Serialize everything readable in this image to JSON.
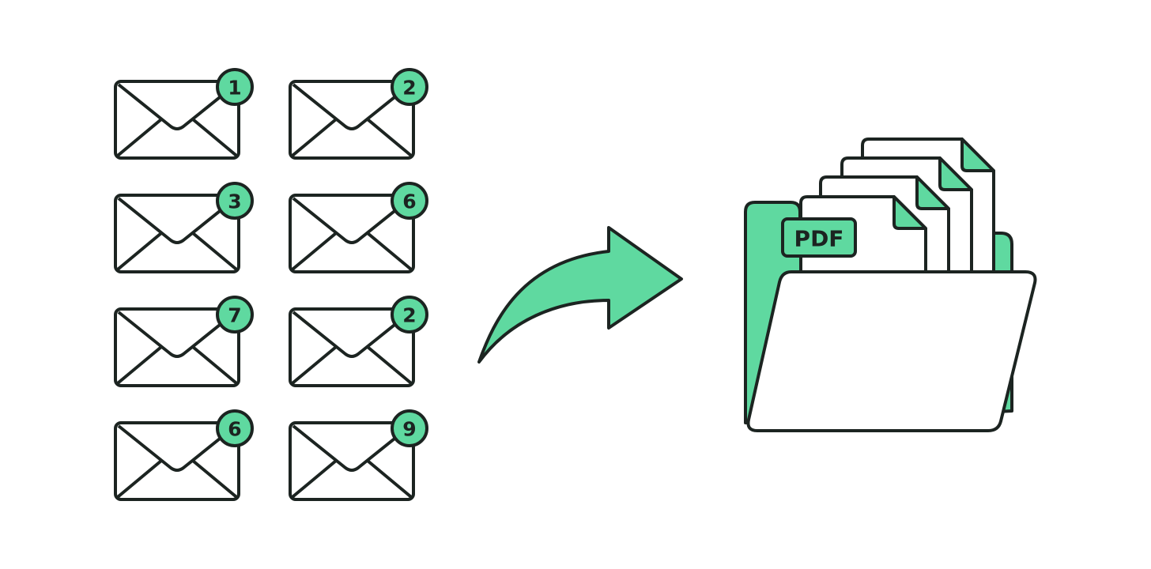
{
  "colors": {
    "accent": "#5fd9a0",
    "stroke": "#1c2421",
    "background": "#ffffff",
    "paper": "#ffffff"
  },
  "envelopes": [
    {
      "badge": "1",
      "icon": "envelope-icon"
    },
    {
      "badge": "2",
      "icon": "envelope-icon"
    },
    {
      "badge": "3",
      "icon": "envelope-icon"
    },
    {
      "badge": "6",
      "icon": "envelope-icon"
    },
    {
      "badge": "7",
      "icon": "envelope-icon"
    },
    {
      "badge": "2",
      "icon": "envelope-icon"
    },
    {
      "badge": "6",
      "icon": "envelope-icon"
    },
    {
      "badge": "9",
      "icon": "envelope-icon"
    }
  ],
  "arrow": {
    "icon": "curved-arrow-icon"
  },
  "folder": {
    "icon": "open-folder-icon",
    "document_icon": "document-icon",
    "pdf_label": "PDF"
  }
}
